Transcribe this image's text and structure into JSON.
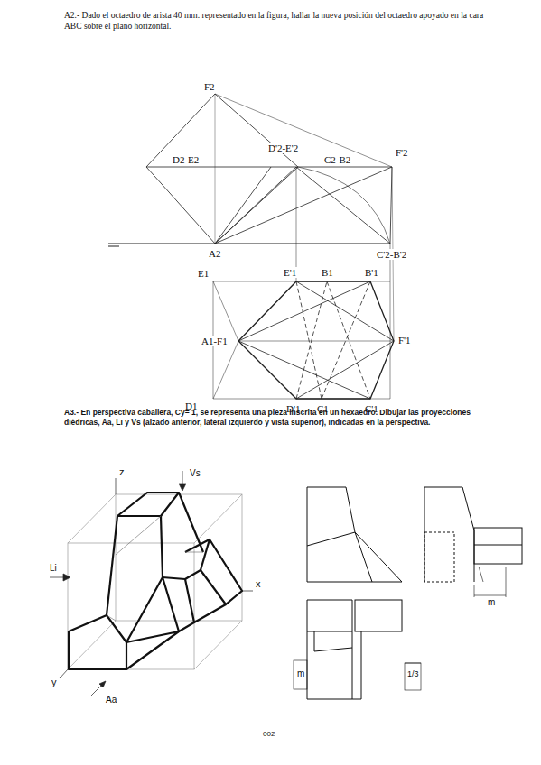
{
  "diagram": {
    "labels": [
      "A2.- Dado el octaedro de arista 40 mm. representado en la figura, hallar la nueva posición del octaedro apoyado en la cara ABC sobre el plano horizontal.",
      "F2",
      "D'2-E'2",
      "D2-E2",
      "C2-B2",
      "F'2",
      "A2",
      "C'2-B'2",
      "E1",
      "E'1",
      "B1",
      "B'1",
      "A1-F1",
      "F'1",
      "D1",
      "D'1",
      "C1",
      "C'1",
      "A3.- En perspectiva caballera, Cy= 1, se representa una pieza inscrita en un hexaedro. Dibujar las proyecciones diédricas, Aa, Li y Vs (alzado anterior, lateral izquierdo y vista superior), indicadas en la perspectiva.",
      "z",
      "Vs",
      "x",
      "Li",
      "y",
      "Aa",
      "m",
      "m",
      "1/3",
      "002"
    ]
  }
}
